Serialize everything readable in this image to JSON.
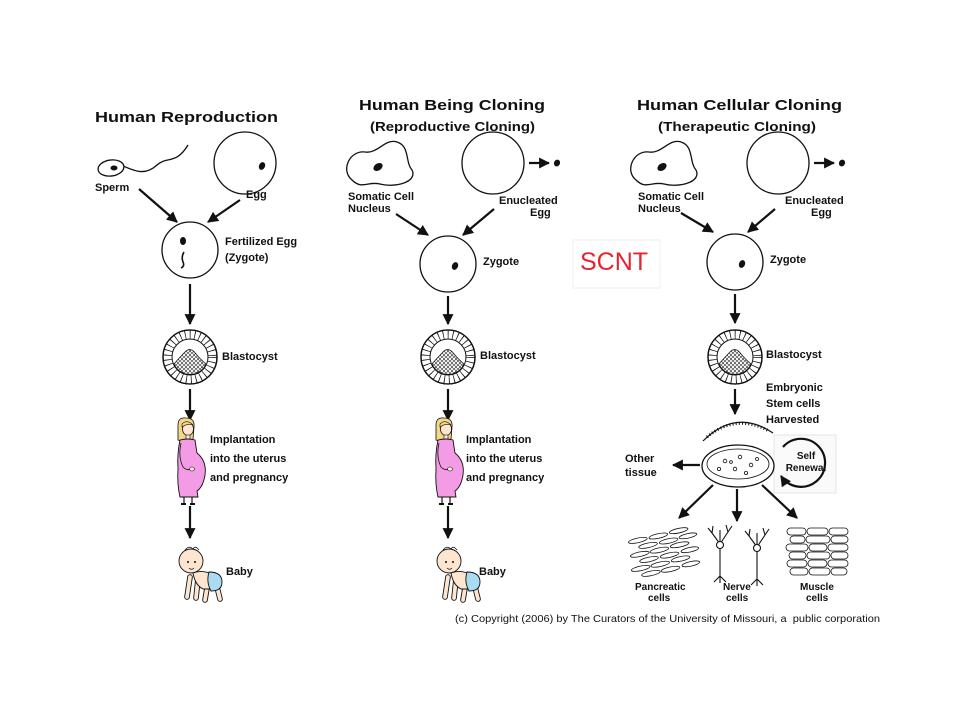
{
  "reproduction": {
    "title": "Human Reproduction",
    "sperm_label": "Sperm",
    "egg_label": "Egg",
    "fertilized_line1": "Fertilized Egg",
    "fertilized_line2": "(Zygote)",
    "blastocyst_label": "Blastocyst",
    "implantation_line1": "Implantation",
    "implantation_line2": "into the uterus",
    "implantation_line3": "and pregnancy",
    "baby_label": "Baby"
  },
  "reproductive_cloning": {
    "title": "Human Being Cloning",
    "subtitle": "(Reproductive Cloning)",
    "somatic_line1": "Somatic Cell",
    "somatic_line2": "Nucleus",
    "enucleated_line1": "Enucleated",
    "enucleated_line2": "Egg",
    "zygote_label": "Zygote",
    "blastocyst_label": "Blastocyst",
    "implantation_line1": "Implantation",
    "implantation_line2": "into the uterus",
    "implantation_line3": "and pregnancy",
    "baby_label": "Baby"
  },
  "therapeutic_cloning": {
    "title": "Human Cellular Cloning",
    "subtitle": "(Therapeutic Cloning)",
    "somatic_line1": "Somatic Cell",
    "somatic_line2": "Nucleus",
    "enucleated_line1": "Enucleated",
    "enucleated_line2": "Egg",
    "zygote_label": "Zygote",
    "blastocyst_label": "Blastocyst",
    "harvest_line1": "Embryonic",
    "harvest_line2": "Stem cells",
    "harvest_line3": "Harvested",
    "self_renewal_line1": "Self",
    "self_renewal_line2": "Renewal",
    "other_tissue_line1": "Other",
    "other_tissue_line2": "tissue",
    "pancreatic_line1": "Pancreatic",
    "pancreatic_line2": "cells",
    "nerve_line1": "Nerve",
    "nerve_line2": "cells",
    "muscle_line1": "Muscle",
    "muscle_line2": "cells"
  },
  "scnt_label": "SCNT",
  "copyright": "(c) Copyright (2006) by The Curators of the University of Missouri, a  public corporation",
  "colors": {
    "scnt": "#e8232d",
    "dress": "#f49be6",
    "skin": "#fde5cf",
    "hair": "#f2d887",
    "diaper": "#a9dcf2"
  }
}
